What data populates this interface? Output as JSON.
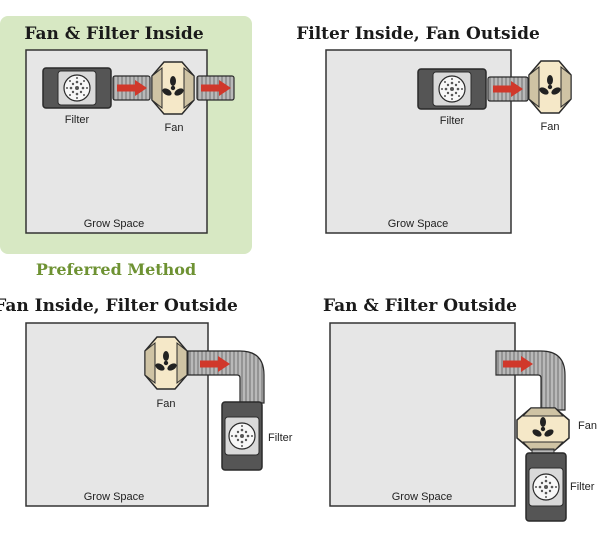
{
  "colors": {
    "highlight": "#d7e8c3",
    "preferred_text": "#6e9233",
    "grow_space_fill": "#e6e6e6",
    "filter_body": "#555555",
    "fan_body": "#f5e8c8",
    "arrow": "#d0382b"
  },
  "panels": [
    {
      "title": "Fan & Filter Inside",
      "grow_space": "Grow Space",
      "filter_label": "Filter",
      "fan_label": "Fan"
    },
    {
      "title": "Filter Inside, Fan Outside",
      "grow_space": "Grow Space",
      "filter_label": "Filter",
      "fan_label": "Fan"
    },
    {
      "title": "Fan Inside, Filter Outside",
      "grow_space": "Grow Space",
      "filter_label": "Filter",
      "fan_label": "Fan"
    },
    {
      "title": "Fan & Filter Outside",
      "grow_space": "Grow Space",
      "filter_label": "Filter",
      "fan_label": "Fan"
    }
  ],
  "preferred_label": "Preferred Method"
}
